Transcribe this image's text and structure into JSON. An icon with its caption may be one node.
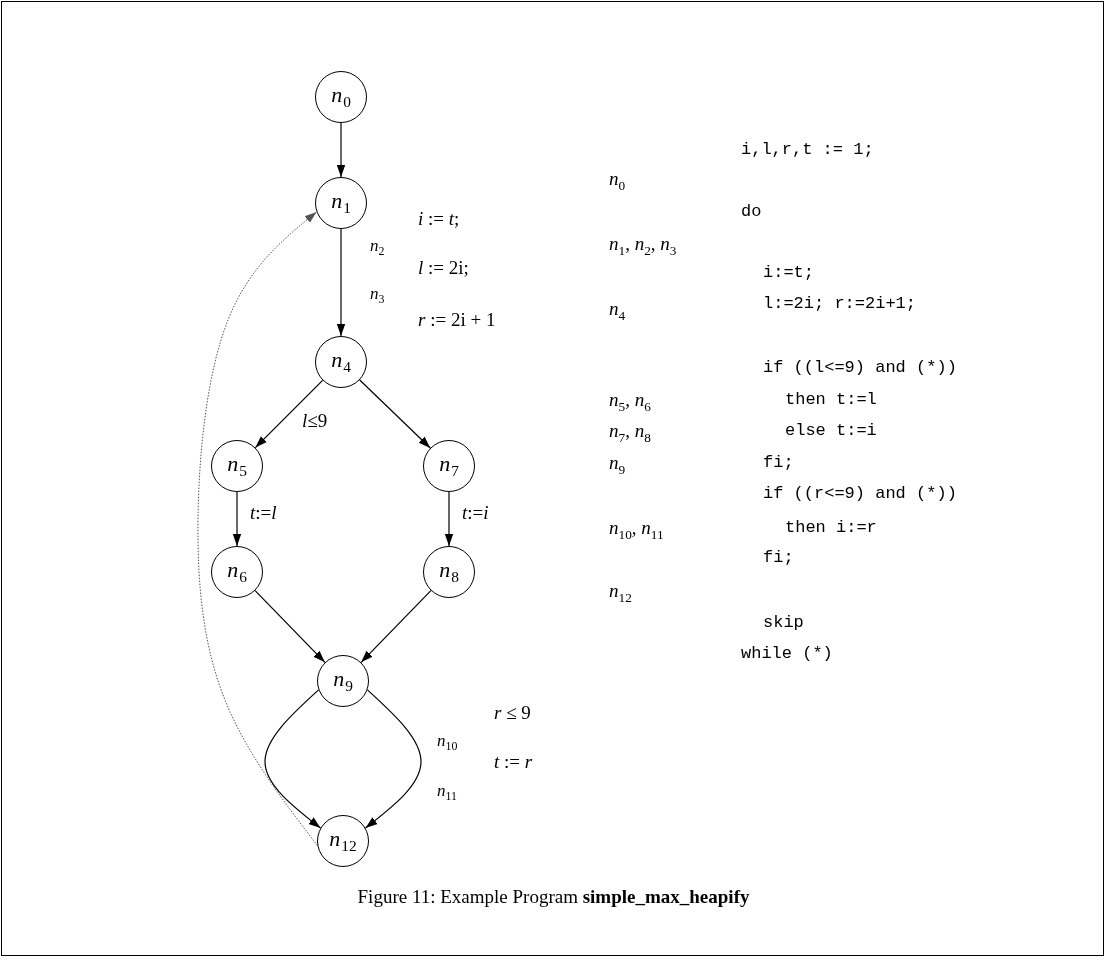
{
  "diagram": {
    "caption": "Figure 11: Example Program **simple_max_heapify**",
    "nodes": [
      {
        "text": [
          "*n*$_{0}$"
        ]
      },
      {
        "text": [
          "*n*$_{1}$"
        ]
      },
      {
        "text": [
          "*n*$_{4}$"
        ]
      },
      {
        "text": [
          "*n*$_{5}$"
        ]
      },
      {
        "text": [
          "*n*$_{7}$"
        ]
      },
      {
        "text": [
          "*n*$_{6}$"
        ]
      },
      {
        "text": [
          "*n*$_{8}$"
        ]
      },
      {
        "text": [
          "*n*$_{9}$"
        ]
      },
      {
        "text": [
          "*n*$_{12}$"
        ]
      }
    ],
    "edges": [
      {
        "from": 0,
        "to": 1,
        "arrow": "to"
      },
      {
        "from": 1,
        "to": 2,
        "arrow": "to"
      },
      {
        "from": 2,
        "to": 3,
        "arrow": "to",
        "label": "*l*≤9"
      },
      {
        "from": 2,
        "to": 4,
        "arrow": "to"
      },
      {
        "from": 3,
        "to": 5,
        "arrow": "to",
        "label": "*t*:=*l*"
      },
      {
        "from": 4,
        "to": 6,
        "arrow": "to",
        "label": "*t*:=*i*"
      },
      {
        "from": 5,
        "to": 7,
        "arrow": "to"
      },
      {
        "from": 6,
        "to": 7,
        "arrow": "to"
      },
      {
        "from": 7,
        "to": 8,
        "arrow": "to"
      },
      {
        "from": 7,
        "to": 8,
        "arrow": "to"
      },
      {
        "from": 8,
        "to": 1,
        "arrow": "to",
        "style": "dashed",
        "color": "#555555"
      }
    ],
    "labels": [
      "*i* := *t*;",
      "*n*$_{2}$",
      "*l* := 2i;",
      "*n*$_{3}$",
      "*r* := 2i + 1",
      "*r* ≤ 9",
      "*n*$_{10}$",
      "*t* := *r*",
      "*n*$_{11}$",
      "i,l,r,t := 1;",
      "*n*$_{0}$",
      "do",
      "*n*$_{1}$, *n*$_{2}$, *n*$_{3}$",
      "i:=t;",
      "l:=2i; r:=2i+1;",
      "*n*$_{4}$",
      "if ((l<=9) and (*))",
      "*n*$_{5}$, *n*$_{6}$",
      "then t:=l",
      "*n*$_{7}$, *n*$_{8}$",
      "else t:=i",
      "*n*$_{9}$",
      "fi;",
      "if ((r<=9) and (*))",
      "*n*$_{10}$, *n*$_{11}$",
      "then i:=r",
      "fi;",
      "*n*$_{12}$",
      "skip",
      "while (*)"
    ]
  }
}
